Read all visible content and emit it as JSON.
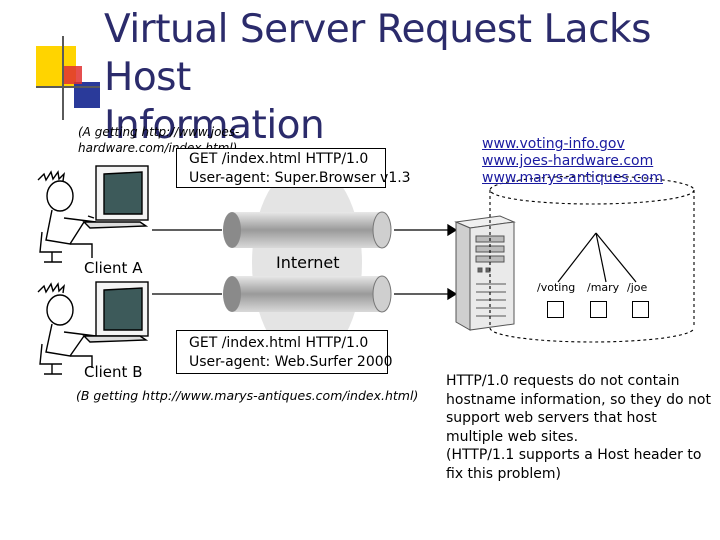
{
  "title": {
    "line1": "Virtual Server Request Lacks Host",
    "line2": "Information"
  },
  "client_a": {
    "caption": "(A getting http://www.joes-hardware.com/index.html)",
    "label": "Client A",
    "request_line1": "GET /index.html HTTP/1.0",
    "request_line2": "User-agent: Super.Browser v1.3"
  },
  "client_b": {
    "caption": "(B getting http://www.marys-antiques.com/index.html)",
    "label": "Client B",
    "request_line1": "GET /index.html HTTP/1.0",
    "request_line2": "User-agent: Web.Surfer 2000"
  },
  "network": {
    "label": "Internet"
  },
  "server": {
    "hosts": [
      "www.voting-info.gov",
      "www.joes-hardware.com",
      "www.marys-antiques.com"
    ],
    "paths": [
      "/voting",
      "/mary",
      "/joe"
    ]
  },
  "note": {
    "lines": [
      "HTTP/1.0 requests do not contain",
      "hostname information, so they do not",
      "support web servers that host",
      "multiple web sites.",
      "(HTTP/1.1 supports a Host header to",
      "fix this problem)"
    ]
  },
  "colors": {
    "title": "#2b2b6b",
    "link": "#1a1aa0",
    "deco_yellow": "#ffd400",
    "deco_blue": "#2a3a9a",
    "deco_red": "#e03030"
  }
}
